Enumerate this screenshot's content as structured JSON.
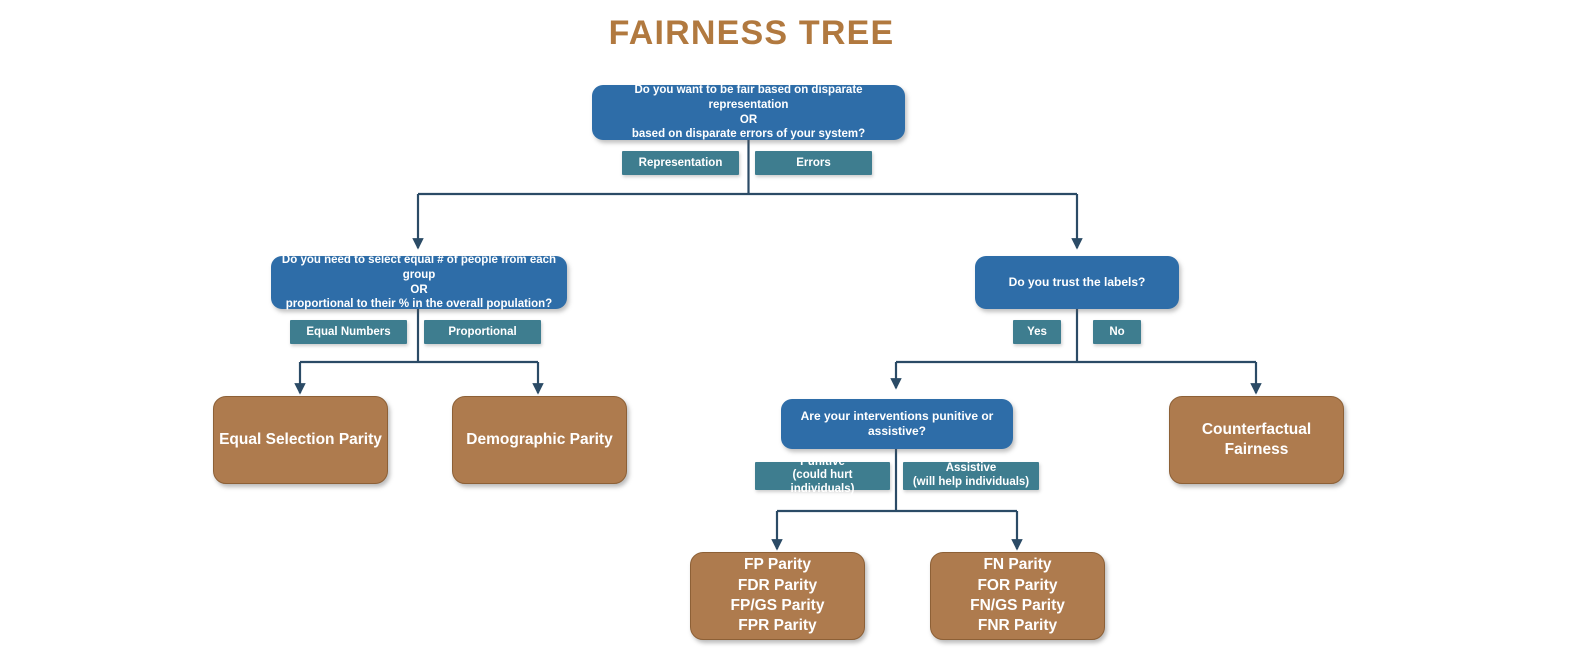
{
  "title": "FAIRNESS TREE",
  "colors": {
    "title": "#b1793f",
    "question_node": "#2e6da8",
    "leaf_node": "#ae7b4e",
    "edge_label": "#3e7d8f",
    "connector": "#2b4b66",
    "background": "#ffffff"
  },
  "nodes": {
    "root": {
      "line1": "Do you want to be fair based on disparate representation",
      "line2": "OR",
      "line3": "based on disparate errors of your system?"
    },
    "representation_question": {
      "line1": "Do you need to select equal # of people from each group",
      "line2": "OR",
      "line3": "proportional to their % in the overall population?"
    },
    "labels_question": {
      "text": "Do you trust the labels?"
    },
    "interventions_question": {
      "text": "Are your interventions punitive or assistive?"
    }
  },
  "edge_labels": {
    "representation": "Representation",
    "errors": "Errors",
    "equal_numbers": "Equal Numbers",
    "proportional": "Proportional",
    "yes": "Yes",
    "no": "No",
    "punitive_line1": "Punitive",
    "punitive_line2": "(could hurt individuals)",
    "assistive_line1": "Assistive",
    "assistive_line2": "(will help individuals)"
  },
  "leaves": {
    "equal_selection_parity": {
      "text": "Equal Selection Parity"
    },
    "demographic_parity": {
      "text": "Demographic Parity"
    },
    "counterfactual_fairness": {
      "text": "Counterfactual Fairness"
    },
    "false_positive_group": {
      "line1": "FP Parity",
      "line2": "FDR Parity",
      "line3": "FP/GS Parity",
      "line4": "FPR Parity"
    },
    "false_negative_group": {
      "line1": "FN Parity",
      "line2": "FOR Parity",
      "line3": "FN/GS Parity",
      "line4": "FNR Parity"
    }
  }
}
